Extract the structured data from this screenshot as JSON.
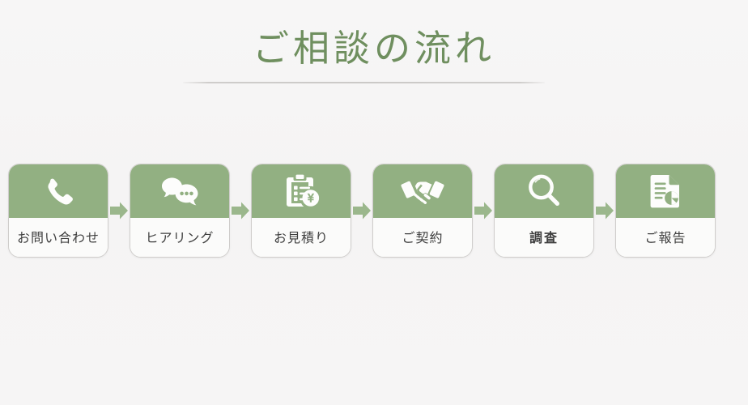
{
  "page": {
    "background_color": "#f6f5f5",
    "accent_green": "#92b082",
    "title_green": "#6f8f5f",
    "label_text_color": "#3f3f3f"
  },
  "header": {
    "title": "ご相談の流れ"
  },
  "flow": {
    "arrow_icon": "arrow-right-icon",
    "arrow_color": "#9bb78c",
    "steps": [
      {
        "label": "お問い合わせ",
        "icon": "phone-icon",
        "bold": false
      },
      {
        "label": "ヒアリング",
        "icon": "speech-bubbles-icon",
        "bold": false
      },
      {
        "label": "お見積り",
        "icon": "clipboard-yen-icon",
        "bold": false
      },
      {
        "label": "ご契約",
        "icon": "handshake-icon",
        "bold": false
      },
      {
        "label": "調査",
        "icon": "magnifier-icon",
        "bold": true
      },
      {
        "label": "ご報告",
        "icon": "report-document-pie-icon",
        "bold": false
      }
    ]
  }
}
